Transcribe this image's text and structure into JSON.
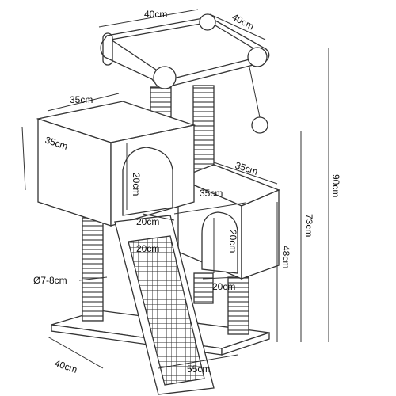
{
  "dims": {
    "top_width": "40cm",
    "top_depth": "40cm",
    "upper_box_width": "35cm",
    "upper_box_depth": "35cm",
    "upper_door_height": "20cm",
    "upper_door_width": "20cm",
    "lower_box_depth": "35cm",
    "lower_box_width": "35cm",
    "lower_door_height": "20cm",
    "lower_door_width": "20cm",
    "ramp_width": "20cm",
    "post_diameter": "Ø7-8cm",
    "base_depth": "40cm",
    "base_width": "55cm",
    "height_lower": "48cm",
    "height_middle": "73cm",
    "height_total": "90cm"
  },
  "colors": {
    "line": "#333333",
    "fill": "#ffffff",
    "rope": "#555555"
  }
}
